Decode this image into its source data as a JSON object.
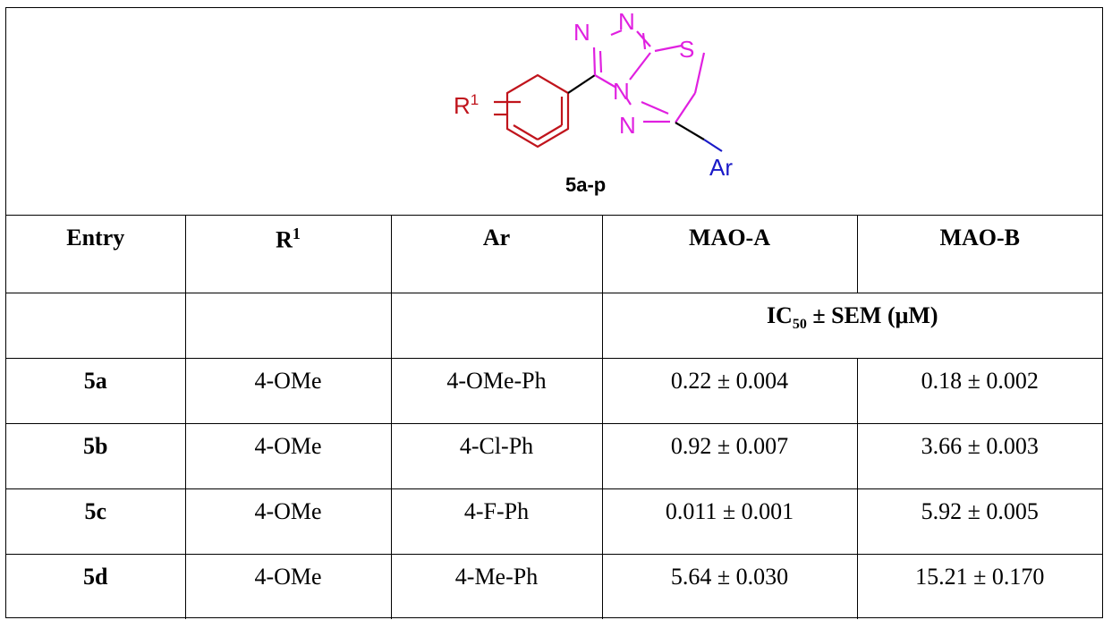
{
  "structure": {
    "compound_label": "5a-p",
    "substituent_r": "R",
    "substituent_r_sup": "1",
    "substituent_ar": "Ar",
    "ring_atoms": {
      "n1": "N",
      "n2": "N",
      "n3": "N",
      "n4": "N",
      "s": "S"
    },
    "colors": {
      "phenyl": "#c0141c",
      "heterocycle": "#e020e0",
      "aryl": "#1a1ac8",
      "bond_black": "#000000"
    }
  },
  "table": {
    "headers": {
      "entry": "Entry",
      "r": "R",
      "r_sup": "1",
      "ar": "Ar",
      "mao_a": "MAO-A",
      "mao_b": "MAO-B"
    },
    "units": {
      "ic": "IC",
      "ic_sub": "50",
      "rest": " ± SEM (μM)"
    },
    "rows": [
      {
        "entry": "5a",
        "r1": "4-OMe",
        "ar": "4-OMe-Ph",
        "mao_a": "0.22 ± 0.004",
        "mao_b": "0.18 ± 0.002"
      },
      {
        "entry": "5b",
        "r1": "4-OMe",
        "ar": "4-Cl-Ph",
        "mao_a": "0.92 ± 0.007",
        "mao_b": "3.66 ± 0.003"
      },
      {
        "entry": "5c",
        "r1": "4-OMe",
        "ar": "4-F-Ph",
        "mao_a": "0.011 ± 0.001",
        "mao_b": "5.92 ± 0.005"
      },
      {
        "entry": "5d",
        "r1": "4-OMe",
        "ar": "4-Me-Ph",
        "mao_a": "5.64 ± 0.030",
        "mao_b": "15.21 ± 0.170"
      }
    ]
  }
}
